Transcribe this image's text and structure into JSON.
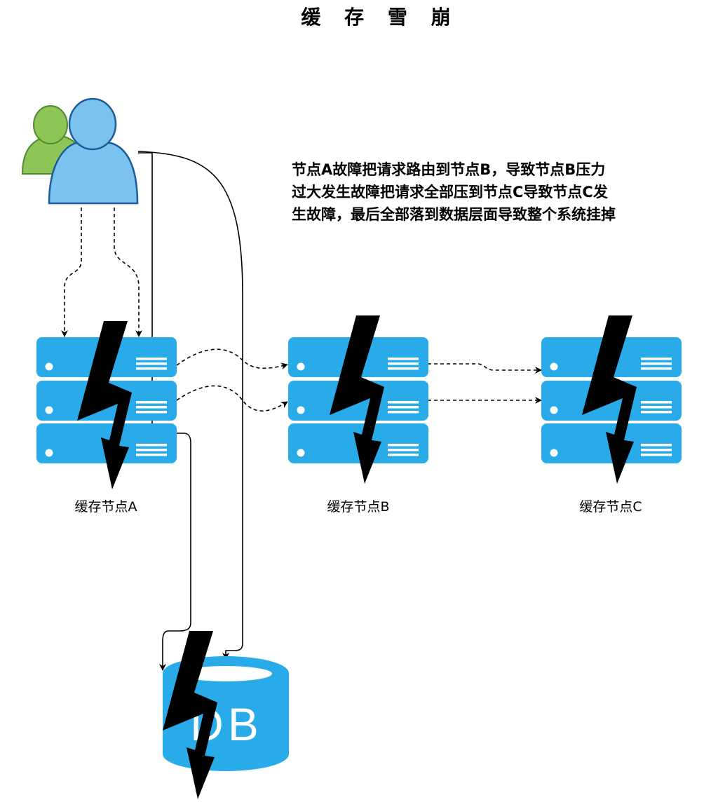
{
  "title": "缓 存 雪 崩",
  "description": {
    "lines": [
      "节点A故障把请求路由到节点B，导致节点B压力",
      "过大发生故障把请求全部压到节点C导致节点C发",
      "生故障，最后全部落到数据层面导致整个系统挂掉"
    ]
  },
  "nodes": [
    {
      "id": "A",
      "label": "缓存节点A"
    },
    {
      "id": "B",
      "label": "缓存节点B"
    },
    {
      "id": "C",
      "label": "缓存节点C"
    }
  ],
  "database": {
    "label": "DB"
  },
  "icons": {
    "users": "users-icon",
    "server": "server-rack-icon",
    "failure": "lightning-bolt-icon",
    "database": "database-cylinder-icon"
  },
  "colors": {
    "server": "#28abe8",
    "user_front": "#7ac3ee",
    "user_front_stroke": "#1d5b9a",
    "user_back": "#8dc556",
    "user_back_stroke": "#4f8a2d",
    "bolt": "#000000",
    "line": "#000000"
  }
}
